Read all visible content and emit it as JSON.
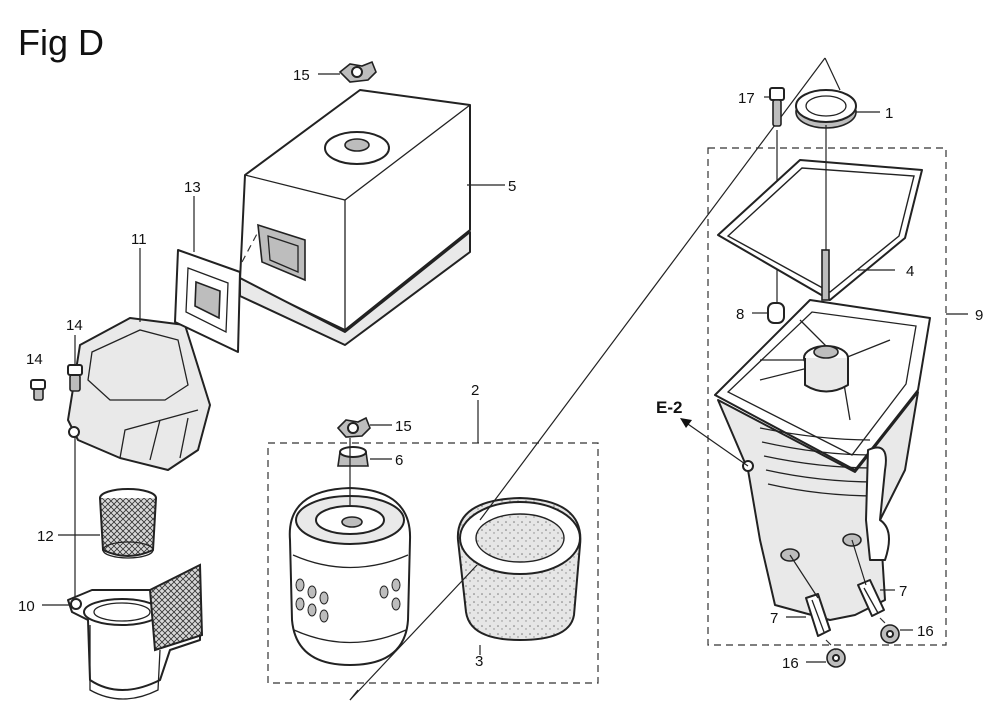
{
  "figure_title": "Fig D",
  "callouts": {
    "c1": "1",
    "c2": "2",
    "c3": "3",
    "c4": "4",
    "c5": "5",
    "c6": "6",
    "c7a": "7",
    "c7b": "7",
    "c8": "8",
    "c9": "9",
    "c10": "10",
    "c11": "11",
    "c12": "12",
    "c13": "13",
    "c14a": "14",
    "c14b": "14",
    "c15a": "15",
    "c15b": "15",
    "c16a": "16",
    "c16b": "16",
    "c17": "17"
  },
  "reference": "E-2"
}
